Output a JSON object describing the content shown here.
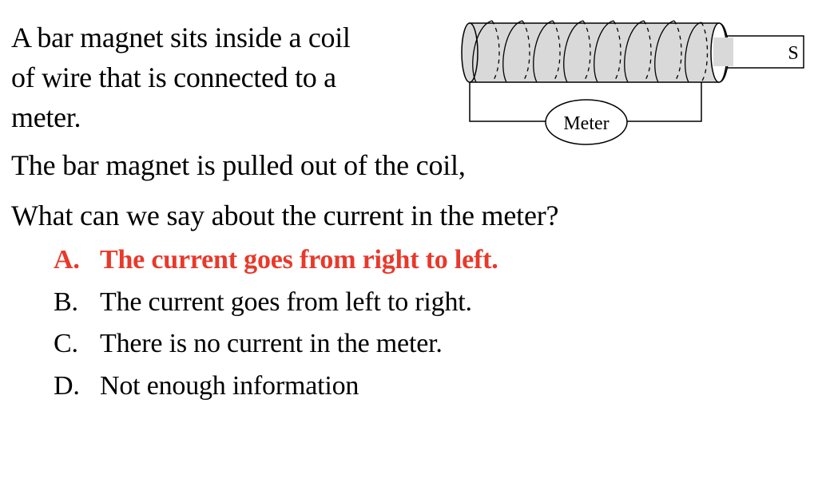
{
  "intro": {
    "lines": [
      "A bar magnet sits inside a coil",
      "of wire that is connected to a",
      "meter."
    ]
  },
  "statement": "The bar magnet is pulled out of the coil,",
  "question": "What can we say about the current in the meter?",
  "options": [
    {
      "letter": "A.",
      "text": "The current goes from right to left.",
      "correct": true
    },
    {
      "letter": "B.",
      "text": "The current goes from left to right.",
      "correct": false
    },
    {
      "letter": "C.",
      "text": "There is no current in the meter.",
      "correct": false
    },
    {
      "letter": "D.",
      "text": "Not enough information",
      "correct": false
    }
  ],
  "diagram": {
    "meter_label": "Meter",
    "magnet_pole_label": "S"
  },
  "colors": {
    "text": "#000000",
    "correct_answer": "#e8392b",
    "magnet_fill": "#d9d9d9",
    "background": "#ffffff"
  }
}
